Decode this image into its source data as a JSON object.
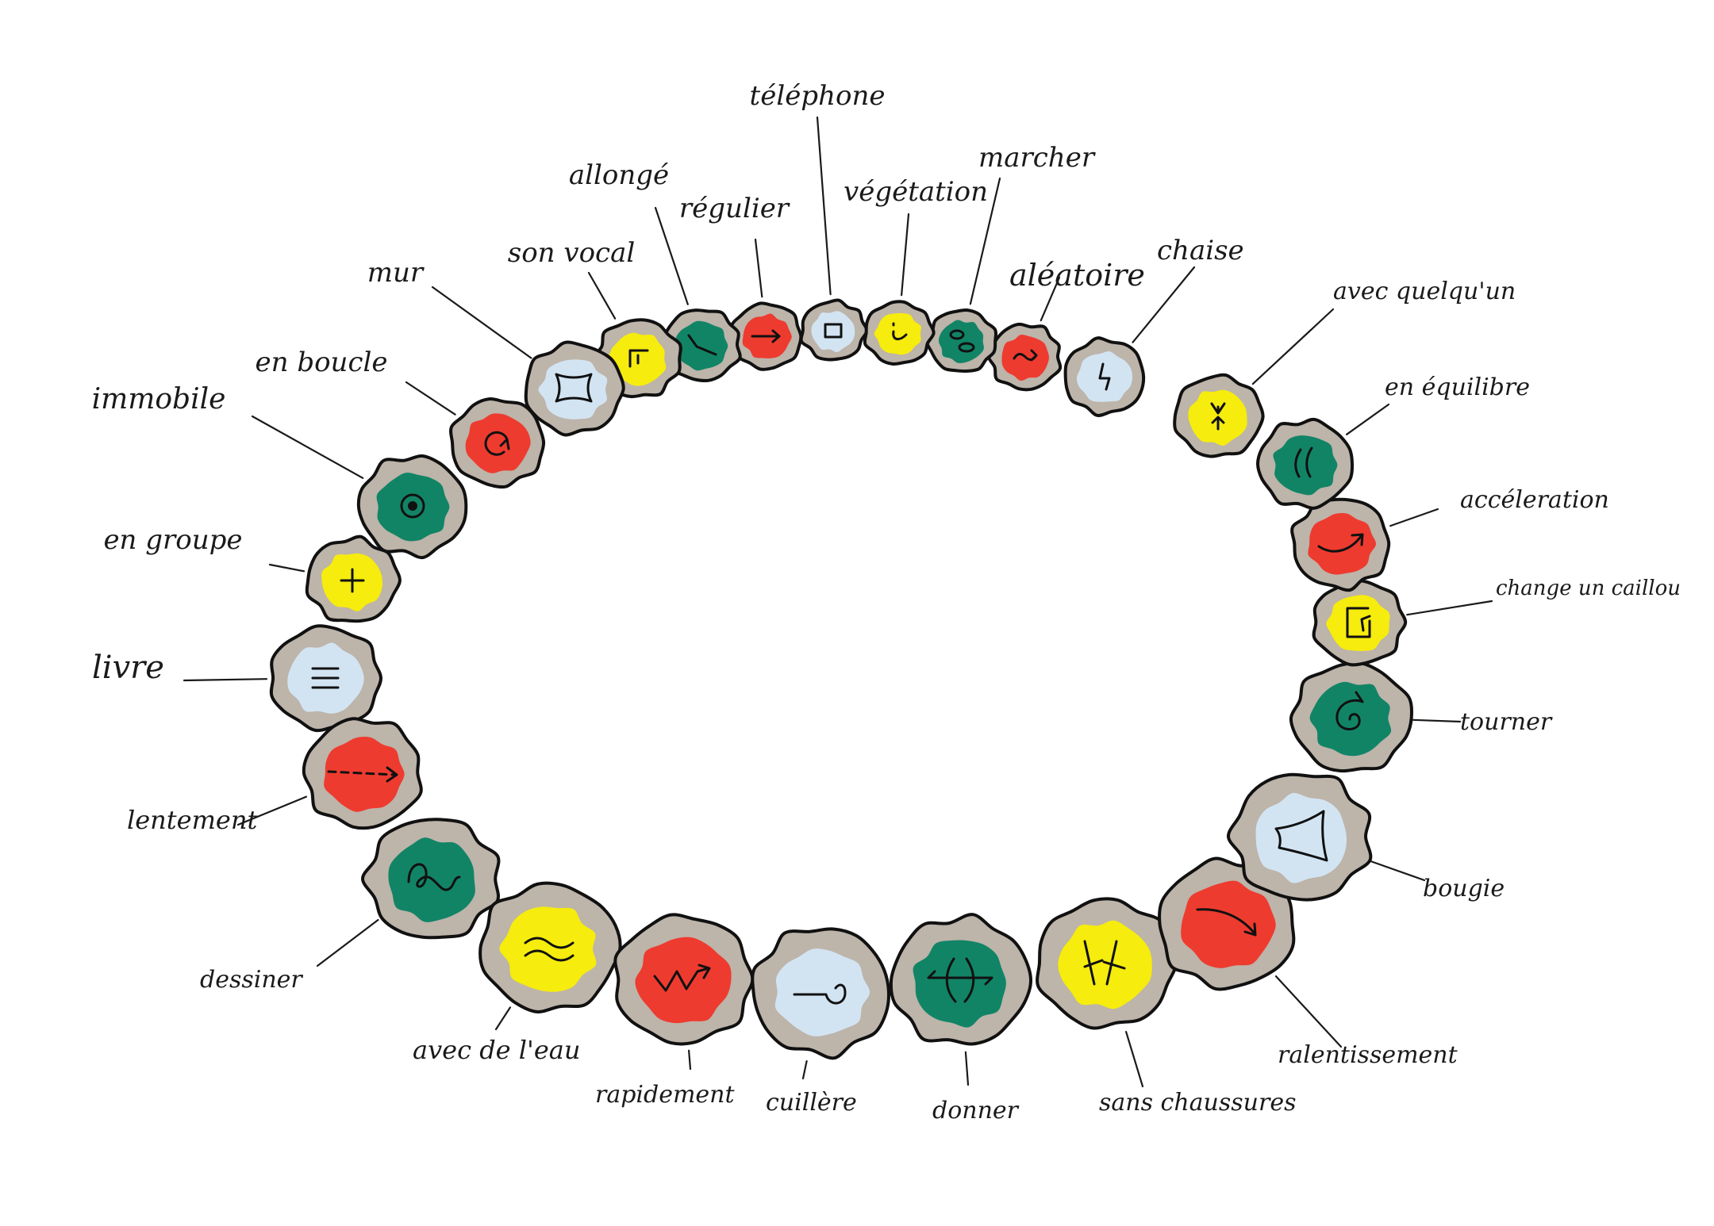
{
  "colors": {
    "red": "#ee3b2f",
    "green": "#128466",
    "yellow": "#f6ec0d",
    "blue": "#d2e4f2",
    "stone": "#bdb4aa",
    "ink": "#111111"
  },
  "stones": [
    {
      "label": "téléphone",
      "color": "blue",
      "icon": "square-icon"
    },
    {
      "label": "régulier",
      "color": "red",
      "icon": "arrow-right-icon"
    },
    {
      "label": "allongé",
      "color": "green",
      "icon": "diagonal-line-icon"
    },
    {
      "label": "son vocal",
      "color": "yellow",
      "icon": "corner-tick-icon"
    },
    {
      "label": "mur",
      "color": "blue",
      "icon": "concave-square-icon"
    },
    {
      "label": "en boucle",
      "color": "red",
      "icon": "loop-arrow-icon"
    },
    {
      "label": "immobile",
      "color": "green",
      "icon": "target-dot-icon"
    },
    {
      "label": "en groupe",
      "color": "yellow",
      "icon": "plus-icon"
    },
    {
      "label": "livre",
      "color": "blue",
      "icon": "three-lines-icon"
    },
    {
      "label": "lentement",
      "color": "red",
      "icon": "dashed-arrow-icon"
    },
    {
      "label": "dessiner",
      "color": "green",
      "icon": "scribble-icon"
    },
    {
      "label": "avec de l'eau",
      "color": "yellow",
      "icon": "waves-icon"
    },
    {
      "label": "rapidement",
      "color": "red",
      "icon": "zigzag-arrow-icon"
    },
    {
      "label": "cuillère",
      "color": "blue",
      "icon": "spoon-icon"
    },
    {
      "label": "donner",
      "color": "green",
      "icon": "exchange-icon"
    },
    {
      "label": "sans chaussures",
      "color": "yellow",
      "icon": "crossed-marks-icon"
    },
    {
      "label": "ralentissement",
      "color": "red",
      "icon": "curved-arrow-icon"
    },
    {
      "label": "bougie",
      "color": "blue",
      "icon": "curved-square-icon"
    },
    {
      "label": "tourner",
      "color": "green",
      "icon": "spiral-icon"
    },
    {
      "label": "change un caillou",
      "color": "yellow",
      "icon": "square-arrow-icon"
    },
    {
      "label": "accéleration",
      "color": "red",
      "icon": "accelerate-curve-icon"
    },
    {
      "label": "en équilibre",
      "color": "green",
      "icon": "parentheses-icon"
    },
    {
      "label": "avec quelqu'un",
      "color": "yellow",
      "icon": "two-arrows-icon"
    },
    {
      "label": "chaise",
      "color": "blue",
      "icon": "chair-icon"
    },
    {
      "label": "aléatoire",
      "color": "red",
      "icon": "tilde-icon"
    },
    {
      "label": "marcher",
      "color": "green",
      "icon": "two-ovals-icon"
    },
    {
      "label": "végétation",
      "color": "yellow",
      "icon": "sprout-icon"
    }
  ]
}
